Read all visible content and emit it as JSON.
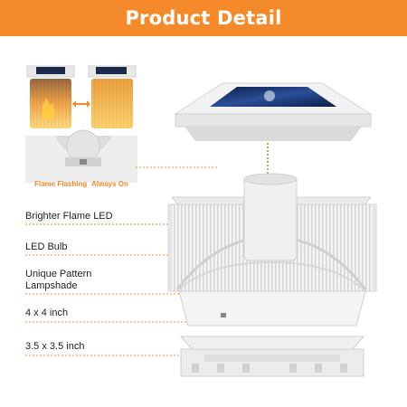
{
  "banner": {
    "title": "Product Detail",
    "color": "#f58a2a"
  },
  "modes": {
    "flashing": "Flame Flashing",
    "always_on": "Always On"
  },
  "labels": {
    "led": "Brighter Flame LED",
    "bulb": "LED Bulb",
    "lampshade_1": "Unique Pattern",
    "lampshade_2": "Lampshade",
    "size_outer": "4 x 4 inch",
    "size_inner": "3.5 x 3.5 inch"
  },
  "accent": "#f58a2a"
}
